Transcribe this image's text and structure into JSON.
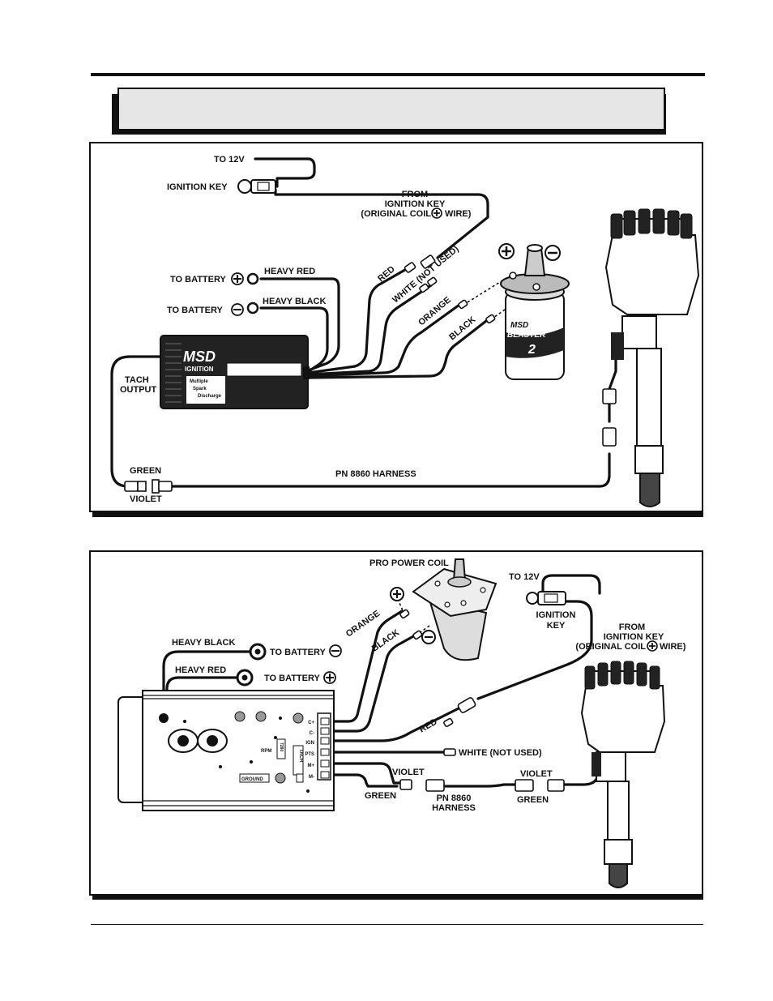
{
  "diagram1": {
    "labels": {
      "to_12v": "TO 12V",
      "ignition_key": "IGNITION KEY",
      "from_key_1": "FROM",
      "from_key_2": "IGNITION KEY",
      "from_key_3a": "(ORIGINAL COIL",
      "from_key_3b": "WIRE)",
      "to_battery_pos": "TO BATTERY",
      "to_battery_neg": "TO BATTERY",
      "heavy_red": "HEAVY RED",
      "heavy_black": "HEAVY BLACK",
      "red": "RED",
      "white_not_used": "WHITE (NOT USED)",
      "orange": "ORANGE",
      "black": "BLACK",
      "tach_output_1": "TACH",
      "tach_output_2": "OUTPUT",
      "green": "GREEN",
      "violet": "VIOLET",
      "harness": "PN 8860 HARNESS",
      "box_logo_1": "MSD",
      "box_logo_2": "IGNITION",
      "box_text_1": "Multiple",
      "box_text_2": "Spark",
      "box_text_3": "Discharge",
      "coil_logo_1": "MSD",
      "coil_logo_2": "BLASTER",
      "coil_logo_3": "2"
    }
  },
  "diagram2": {
    "labels": {
      "pro_power_coil": "PRO POWER COIL",
      "to_12v": "TO 12V",
      "ignition_1": "IGNITION",
      "ignition_2": "KEY",
      "from_key_1": "FROM",
      "from_key_2": "IGNITION KEY",
      "from_key_3a": "(ORIGINAL COIL",
      "from_key_3b": "WIRE)",
      "heavy_black": "HEAVY BLACK",
      "heavy_red": "HEAVY RED",
      "to_battery_neg": "TO BATTERY",
      "to_battery_pos": "TO BATTERY",
      "orange": "ORANGE",
      "black": "BLACK",
      "red": "RED",
      "white_not_used": "WHITE (NOT USED)",
      "violet_1": "VIOLET",
      "green_1": "GREEN",
      "harness_1": "PN 8860",
      "harness_2": "HARNESS",
      "violet_2": "VIOLET",
      "green_2": "GREEN",
      "term_c_pos": "C+",
      "term_c_neg": "C-",
      "term_ign": "IGN",
      "term_pts": "PTS",
      "term_m_pos": "M+",
      "term_m_neg": "M-",
      "rpm": "RPM",
      "ground": "GROUND",
      "tach": "TACH",
      "rpm_module": "7280"
    }
  }
}
